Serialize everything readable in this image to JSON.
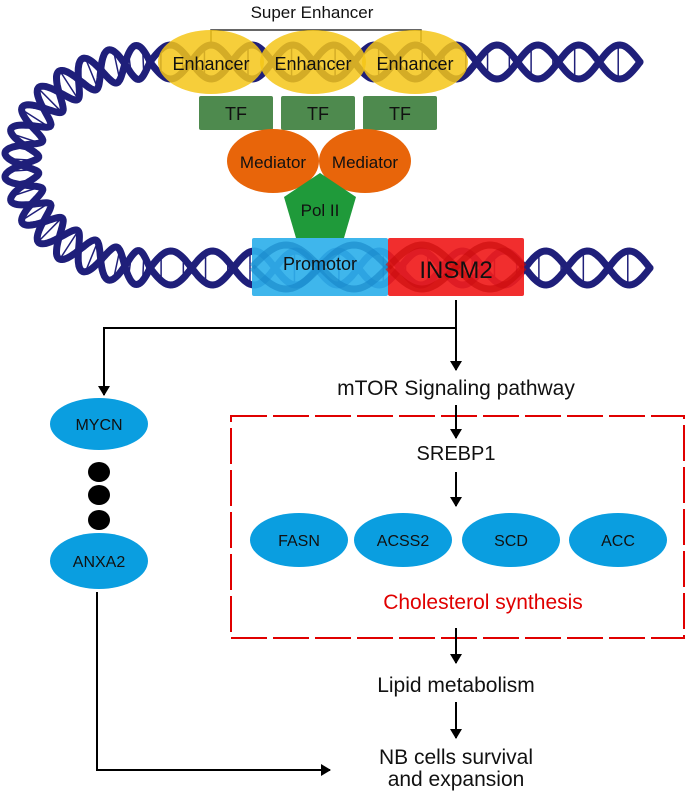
{
  "title": "Super Enhancer",
  "colors": {
    "dna": "#1f1f7a",
    "enhancer": "#f5c518",
    "tf": "#4e8a4e",
    "mediator": "#e8650a",
    "pol2": "#1f9a3a",
    "promotor": "#2fb0ea",
    "gene": "#f01c1c",
    "node": "#0a9ee0",
    "box": "#e00000",
    "arrow": "#000000"
  },
  "chromatin": {
    "enhancers": [
      "Enhancer",
      "Enhancer",
      "Enhancer"
    ],
    "tfs": [
      "TF",
      "TF",
      "TF"
    ],
    "mediators": [
      "Mediator",
      "Mediator"
    ],
    "pol2": "Pol II",
    "promotor": "Promotor",
    "gene": "INSM2"
  },
  "left_branch": {
    "top_node": "MYCN",
    "bottom_node": "ANXA2",
    "ellipsis_dots": 3
  },
  "right_branch": {
    "pathway": "mTOR Signaling pathway",
    "regulator": "SREBP1",
    "enzymes": [
      "FASN",
      "ACSS2",
      "SCD",
      "ACC"
    ],
    "box_label": "Cholesterol synthesis",
    "metabolism": "Lipid metabolism",
    "outcome_line1": "NB cells survival",
    "outcome_line2": "and expansion"
  }
}
